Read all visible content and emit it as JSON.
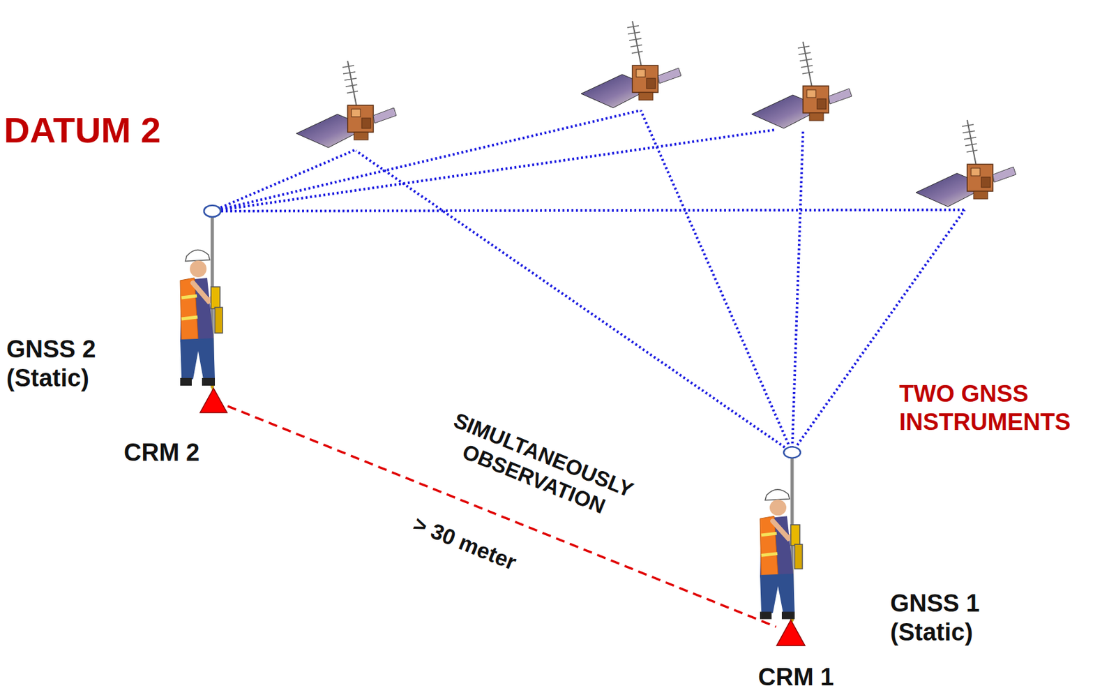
{
  "diagram": {
    "title": "DATUM 2",
    "nodes": [
      {
        "text": [
          "CRM 2"
        ]
      },
      {
        "text": [
          "CRM 1"
        ]
      }
    ],
    "edges": [
      {
        "from": 0,
        "to": 1,
        "arrow": "none",
        "label": "SIMULTANEOUSLY OBSERVATION"
      }
    ],
    "labels": [
      "GNSS 2 (Static)",
      "> 30 meter",
      "TWO GNSS INSTRUMENTS",
      "GNSS 1 (Static)"
    ]
  }
}
